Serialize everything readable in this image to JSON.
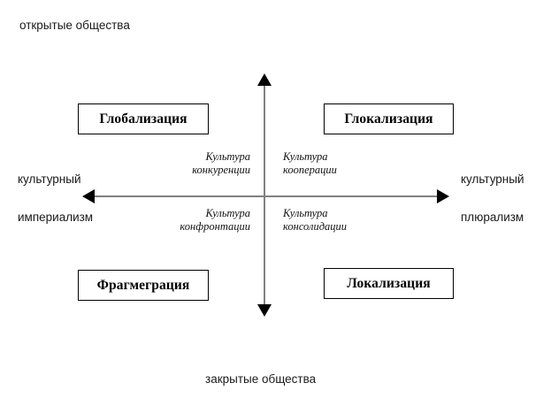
{
  "diagram": {
    "title_top": "открытые общества",
    "title_bottom": "закрытые общества",
    "axes": {
      "vertical": {
        "top_label": "открытые общества",
        "bottom_label": "закрытые общества",
        "color": "#808080",
        "arrow_color": "#000000"
      },
      "horizontal": {
        "left_label_line1": "культурный",
        "left_label_line2": "империализм",
        "right_label_line1": "культурный",
        "right_label_line2": "плюрализм",
        "color": "#808080",
        "arrow_color": "#000000"
      }
    },
    "boxes": [
      {
        "id": "globalization",
        "label": "Глобализация",
        "quadrant": "top-left"
      },
      {
        "id": "glocalization",
        "label": "Глокализация",
        "quadrant": "top-right"
      },
      {
        "id": "fragmegration",
        "label": "Фрагмеграция",
        "quadrant": "bottom-left"
      },
      {
        "id": "localization",
        "label": "Локализация",
        "quadrant": "bottom-right"
      }
    ],
    "cultures": [
      {
        "id": "competition",
        "line1": "Культура",
        "line2": "конкуренции",
        "quadrant": "top-left"
      },
      {
        "id": "cooperation",
        "line1": "Культура",
        "line2": "кооперации",
        "quadrant": "top-right"
      },
      {
        "id": "confrontation",
        "line1": "Культура",
        "line2": "конфронтации",
        "quadrant": "bottom-left"
      },
      {
        "id": "consolidation",
        "line1": "Культура",
        "line2": "консолидации",
        "quadrant": "bottom-right"
      }
    ],
    "colors": {
      "background": "#ffffff",
      "box_border": "#000000",
      "axis_line": "#808080",
      "arrow": "#000000",
      "text": "#000000"
    }
  }
}
